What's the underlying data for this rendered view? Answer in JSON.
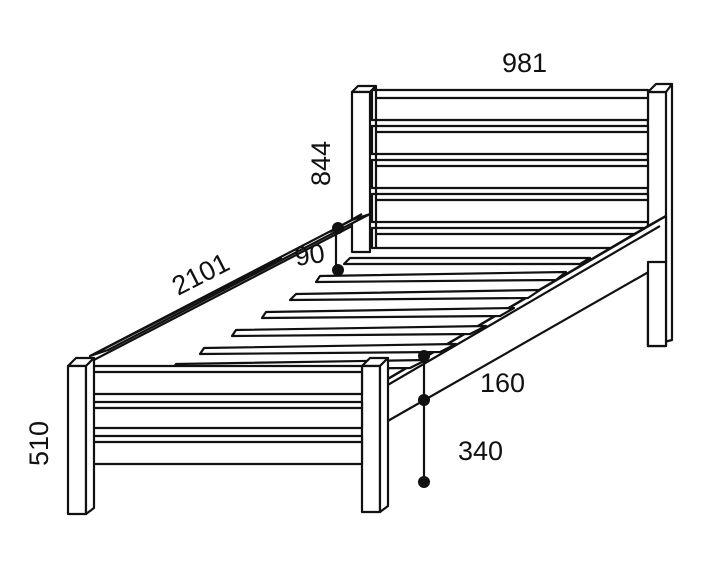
{
  "dimensions": {
    "width": "981",
    "height": "844",
    "rail_gap": "90",
    "length": "2101",
    "side_rail": "160",
    "foot_height": "510",
    "frame_height": "340"
  }
}
